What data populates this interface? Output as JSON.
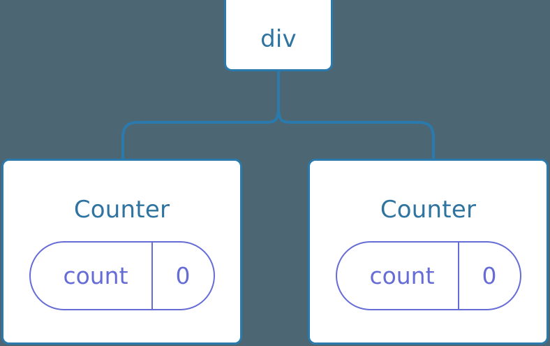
{
  "diagram": {
    "background_color": "#4c6673",
    "node_border_color": "#2b7aad",
    "node_text_color": "#2f73a0",
    "connector_color": "#2b7aad",
    "pill_color": "#666cd6",
    "root": {
      "label": "div"
    },
    "children": [
      {
        "label": "Counter",
        "state": {
          "key": "count",
          "value": "0"
        }
      },
      {
        "label": "Counter",
        "state": {
          "key": "count",
          "value": "0"
        }
      }
    ]
  }
}
